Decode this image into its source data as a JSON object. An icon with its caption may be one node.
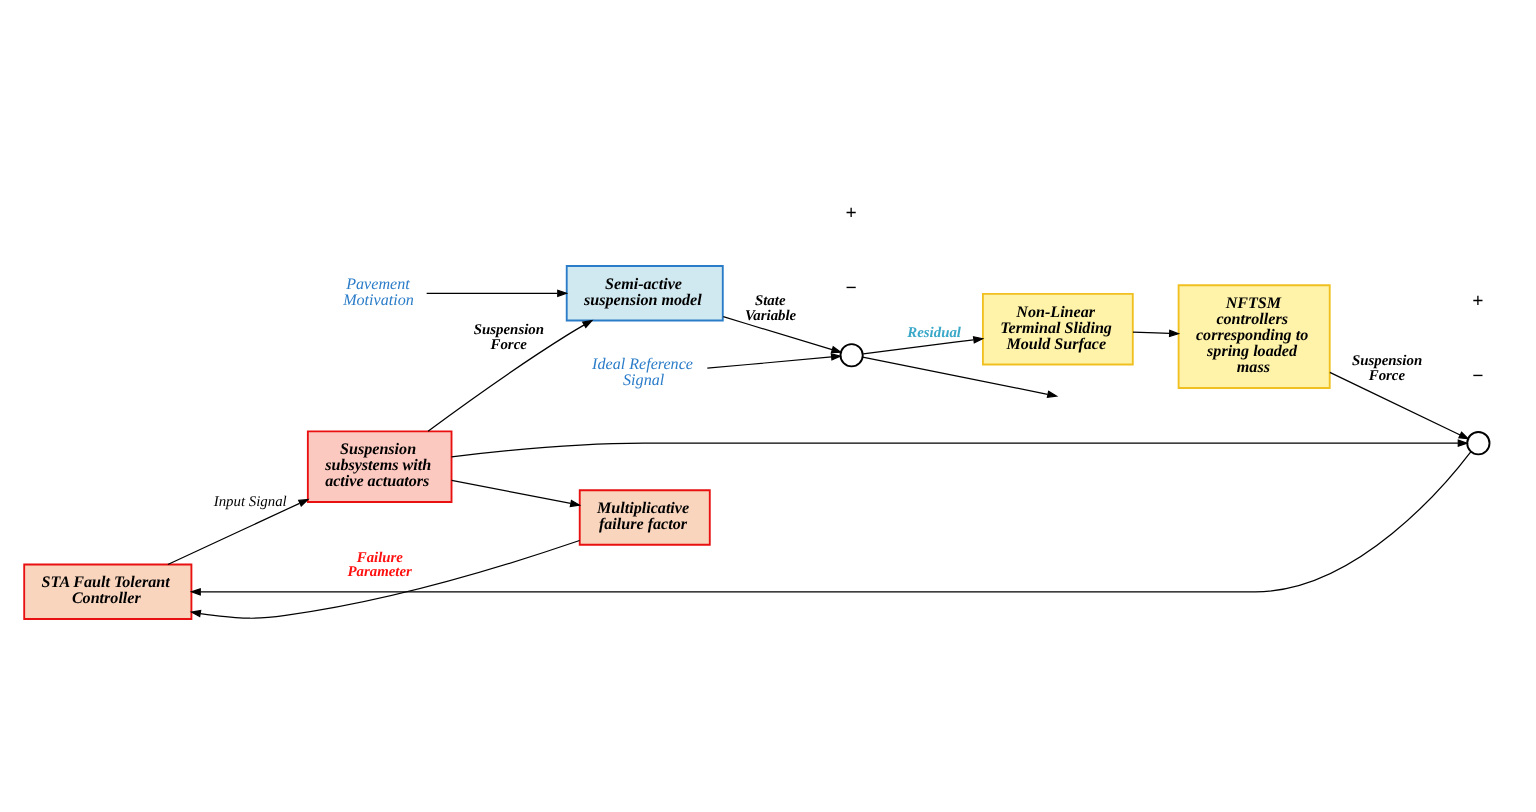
{
  "diagram": {
    "nodes": [
      {
        "text": [
          "STA Fault Tolerant Controller"
        ]
      },
      {
        "text": [
          "NFTSM controllers corresponding to spring loaded mass"
        ]
      },
      {
        "text": [
          "Non-Linear Terminal Sliding Mould Surface"
        ]
      },
      {
        "text": [],
        "shape": "circle"
      },
      {
        "text": [
          "Multiplicative failure factor"
        ]
      },
      {
        "text": [
          "Suspension subsystems with active actuators"
        ]
      },
      {
        "text": [
          "Semi-active suspension model"
        ]
      },
      {
        "text": [],
        "shape": "circle"
      },
      {
        "text": [
          "Ideal Reference Signal"
        ]
      },
      {
        "text": [
          "Pavement Motivation"
        ]
      }
    ],
    "edges": [
      {
        "from": 2,
        "to": 1,
        "arrow": "to"
      },
      {
        "from": 1,
        "to": 3,
        "arrow": "to",
        "label": "Suspension Force"
      },
      {
        "from": 3,
        "to": 0,
        "arrow": "to"
      },
      {
        "from": 4,
        "to": 0,
        "arrow": "to",
        "label": "Failure Parameter"
      },
      {
        "from": 0,
        "to": 5,
        "arrow": "to",
        "label": "Input Signal"
      },
      {
        "from": 5,
        "to": 4,
        "arrow": "to"
      },
      {
        "from": 5,
        "to": 6,
        "arrow": "to",
        "label": "Suspension Force"
      },
      {
        "from": 5,
        "to": 3,
        "arrow": "to"
      },
      {
        "from": 6,
        "to": 7,
        "arrow": "to",
        "label": "State Variable"
      },
      {
        "from": 7,
        "to": 2,
        "arrow": "to",
        "label": "Residual"
      },
      {
        "from": 7,
        "to": null,
        "arrow": "to"
      },
      {
        "from": 8,
        "to": 7,
        "arrow": "to"
      },
      {
        "from": 9,
        "to": 6,
        "arrow": "to"
      }
    ],
    "labels": [
      "−",
      "+",
      "+",
      "−"
    ]
  }
}
